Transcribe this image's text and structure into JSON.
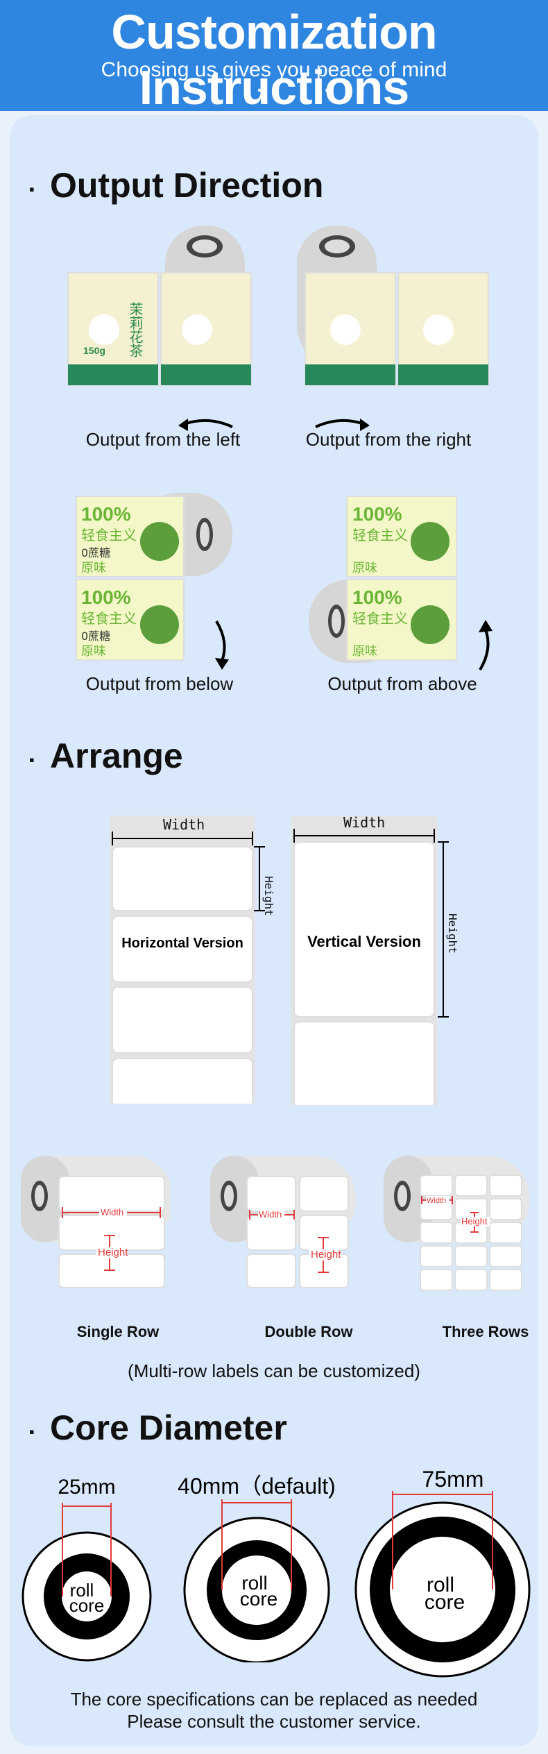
{
  "header": {
    "title": "Customization Instructions",
    "subtitle": "Choosing us gives you peace of mind",
    "dots": "· · ·"
  },
  "output_direction": {
    "title": "Output Direction",
    "tea_label_text": "茉莉花茶",
    "tea_weight": "150g",
    "food_label_pct": "100%",
    "food_label_line1": "轻食主义",
    "food_label_line2": "0蔗糖",
    "food_label_line3": "原味",
    "captions": [
      "Output from the left",
      "Output from the right",
      "Output from below",
      "Output from above"
    ]
  },
  "arrange": {
    "title": "Arrange",
    "width_label": "Width",
    "height_label": "Height",
    "horizontal": "Horizontal Version",
    "vertical": "Vertical Version",
    "rows": [
      "Single Row",
      "Double Row",
      "Three Rows"
    ],
    "note": "(Multi-row labels can be customized)",
    "small_width": "Width",
    "small_width2": "Width",
    "small_width3": "Width",
    "small_height": "Height"
  },
  "core": {
    "title": "Core Diameter",
    "sizes": [
      "25mm",
      "40mm（default)",
      "75mm"
    ],
    "core_label_1": "roll",
    "core_label_2": "core",
    "footer_line1": "The core specifications can be replaced as needed",
    "footer_line2": "Please consult the customer service."
  },
  "colors": {
    "header_blue": "#2f86e0",
    "panel_bg": "#dae8fb",
    "dimension_red": "#e23a3a"
  }
}
